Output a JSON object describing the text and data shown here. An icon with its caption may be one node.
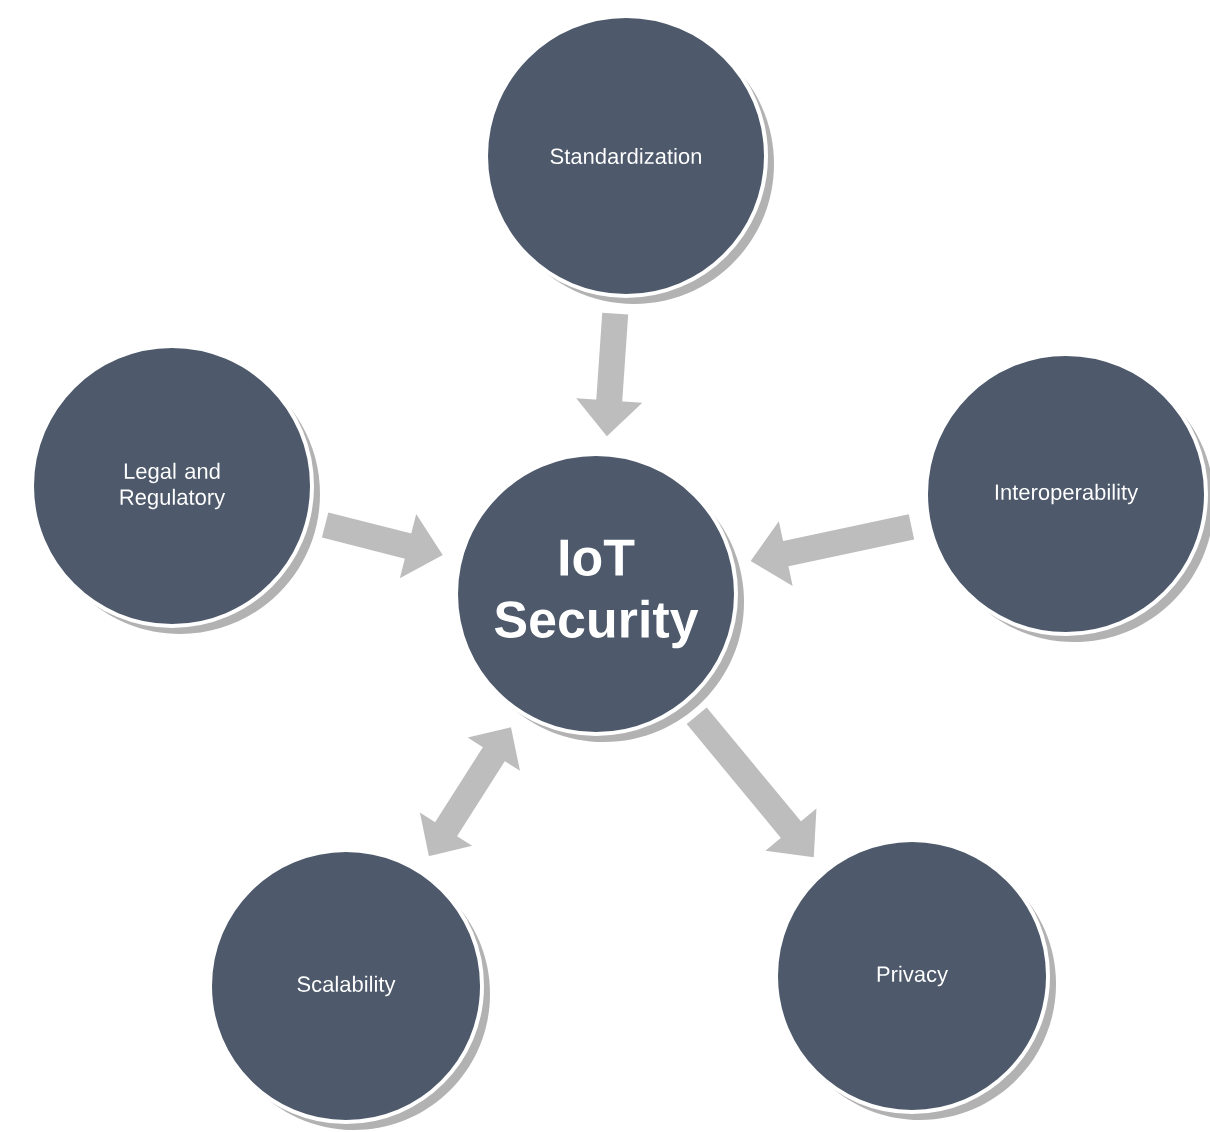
{
  "diagram": {
    "nodes": [
      {
        "text": [
          "IoT Security"
        ]
      },
      {
        "text": [
          "Standardization"
        ]
      },
      {
        "text": [
          "Legal and Regulatory"
        ]
      },
      {
        "text": [
          "Interoperability"
        ]
      },
      {
        "text": [
          "Scalability"
        ]
      },
      {
        "text": [
          "Privacy"
        ]
      }
    ],
    "edges": [
      {
        "from": 1,
        "to": 0,
        "arrow": "to"
      },
      {
        "from": 2,
        "to": 0,
        "arrow": "to"
      },
      {
        "from": 3,
        "to": 0,
        "arrow": "to"
      },
      {
        "from": 4,
        "to": 0,
        "arrow": "both"
      },
      {
        "from": 0,
        "to": 5,
        "arrow": "to"
      }
    ]
  }
}
